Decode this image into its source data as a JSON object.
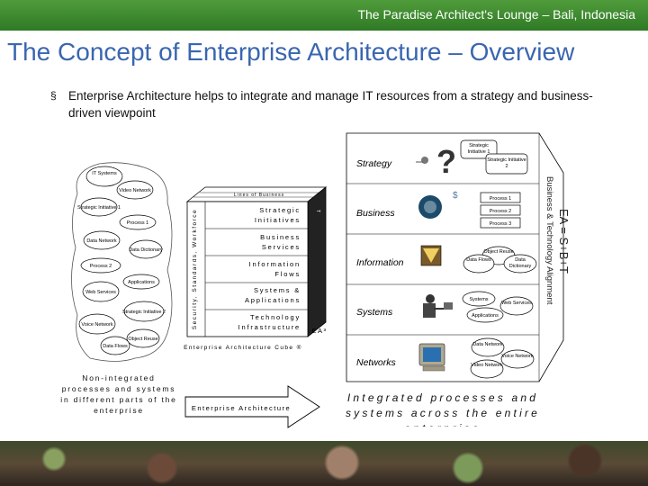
{
  "header": {
    "banner": "The Paradise Architect's Lounge – Bali, Indonesia"
  },
  "title": "The Concept of Enterprise Architecture – Overview",
  "bullet": {
    "marker": "§",
    "text": "Enterprise Architecture helps to integrate and manage IT resources from a strategy and business-driven viewpoint"
  },
  "left_cloud": {
    "items": [
      "IT Systems",
      "Video Network",
      "Strategic Initiative 1",
      "Process 1",
      "Data Network",
      "Data Dictionary",
      "Process 2",
      "Applications",
      "Web Services",
      "Strategic Initiative 2",
      "Voice Network",
      "Object Reuse",
      "Data Flows"
    ],
    "caption": "Non-integrated processes and systems in different parts of the enterprise"
  },
  "cube": {
    "top_label": "Lines of Business",
    "side_label": "Security, Standards, Workforce",
    "layers": [
      "Strategic Initiatives",
      "Business Services",
      "Information Flows",
      "Systems & Applications",
      "Technology Infrastructure"
    ],
    "caption": "Enterprise Architecture Cube ®",
    "right_label": "EA³"
  },
  "arrow_label": "Enterprise Architecture",
  "right_caption": "Integrated processes and systems across the entire enterprise",
  "layers": [
    {
      "name": "Strategy",
      "items": [
        "Strategic Initiative 1",
        "Strategic Initiative 2"
      ]
    },
    {
      "name": "Business",
      "items": [
        "Process 1",
        "Process 2",
        "Process 3"
      ]
    },
    {
      "name": "Information",
      "items": [
        "Object Reuse",
        "Data Flows",
        "Data Dictionary"
      ]
    },
    {
      "name": "Systems",
      "items": [
        "Systems",
        "Web Services",
        "Applications"
      ]
    },
    {
      "name": "Networks",
      "items": [
        "Data Network",
        "Voice Network",
        "Video Network"
      ]
    }
  ],
  "alignment": {
    "formula": "EA = S+B+T",
    "label": "Business & Technology Alignment"
  },
  "colors": {
    "banner": "#3a8a2e",
    "title": "#3a66b0"
  }
}
